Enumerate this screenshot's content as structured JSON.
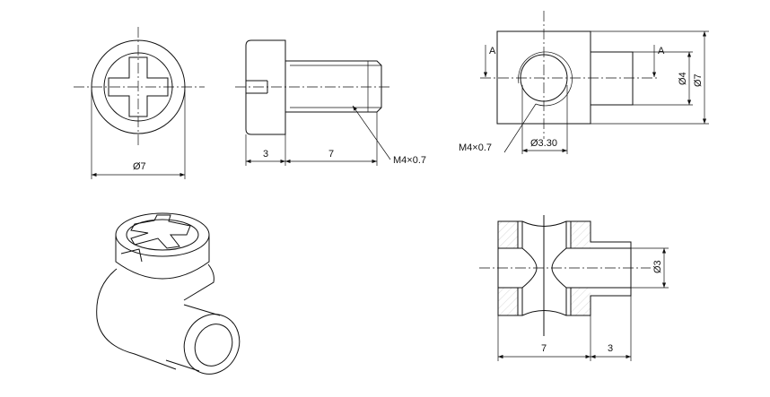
{
  "views": {
    "front_head": {
      "dim_diameter": "Ø7"
    },
    "side_screw": {
      "dim_head": "3",
      "dim_shank": "7",
      "thread": "M4×0.7"
    },
    "top_body": {
      "section_mark_left": "A",
      "section_mark_right": "A",
      "dim_boss": "Ø4",
      "dim_body": "Ø7",
      "dim_drill": "Ø3.30",
      "thread": "M4×0.7"
    },
    "section_body": {
      "dim_hole": "Ø3",
      "dim_length": "7",
      "dim_boss": "3"
    }
  }
}
